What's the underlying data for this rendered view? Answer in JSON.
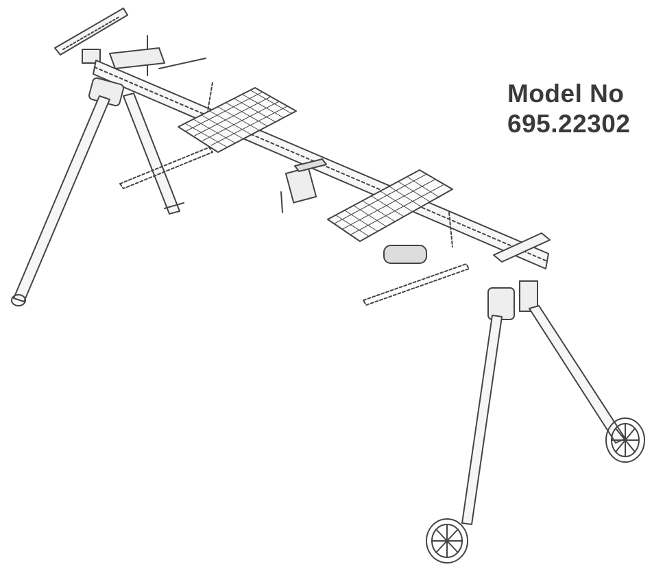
{
  "model_label": {
    "line1": "Model No",
    "line2": "695.22302"
  },
  "illustration": {
    "subject": "miter saw stand with extension arms and wheels",
    "line_color": "#444444"
  }
}
